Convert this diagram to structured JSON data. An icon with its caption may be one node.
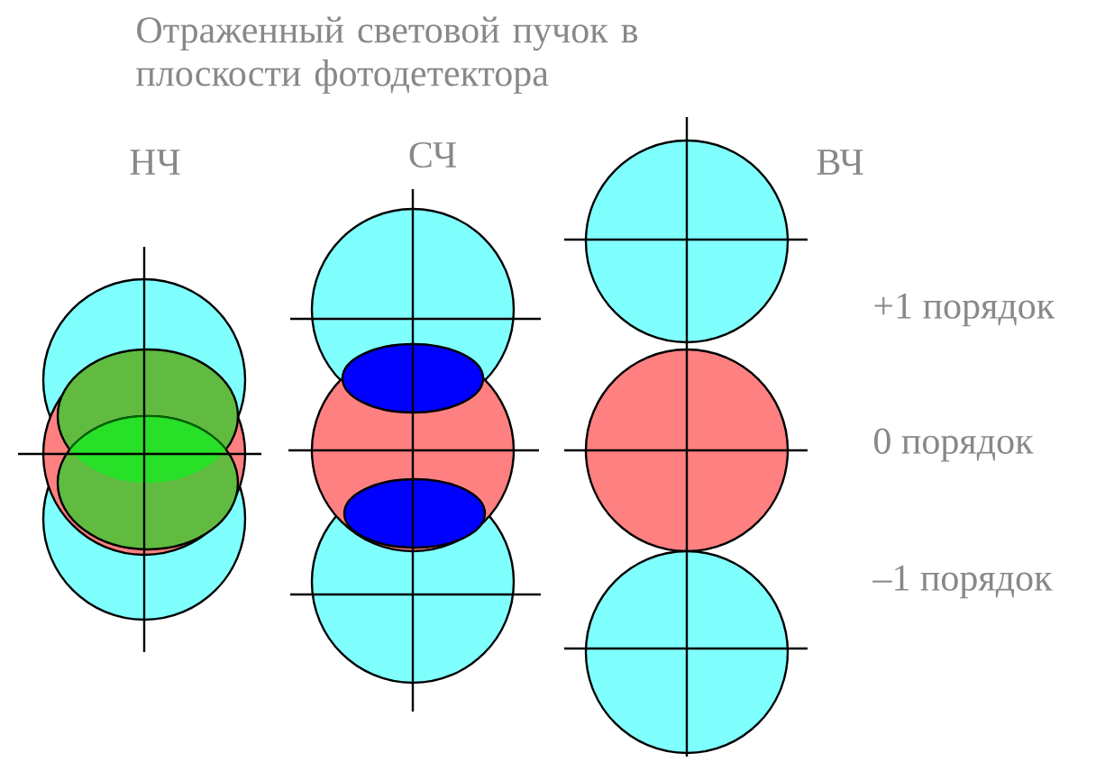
{
  "diagram": {
    "title": "Отраженный световой пучок в плоскости фотодетектора",
    "labels": [
      "НЧ",
      "СЧ",
      "ВЧ",
      "+1 порядок",
      "0 порядок",
      "–1 порядок"
    ]
  }
}
